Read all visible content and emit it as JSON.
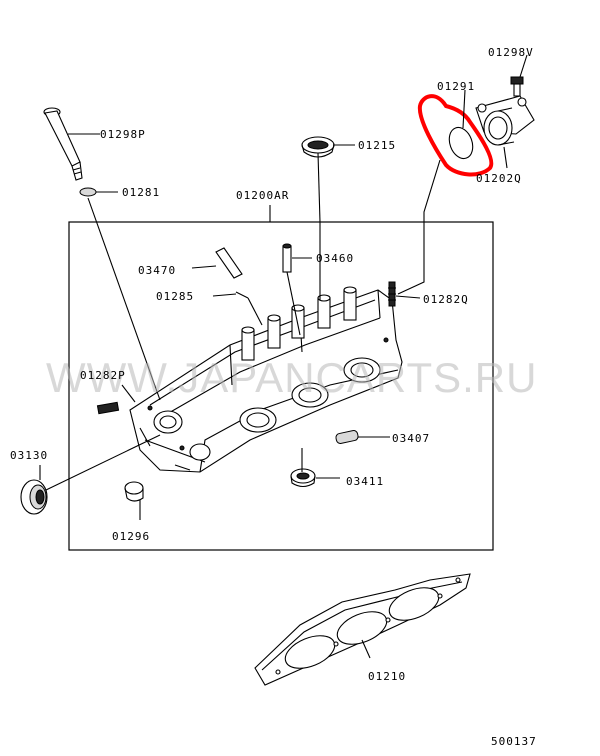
{
  "labels": {
    "p01298V": "01298V",
    "p01291": "01291",
    "p01298P": "01298P",
    "p01215": "01215",
    "p01202Q": "01202Q",
    "p01281": "01281",
    "p01200AR": "01200AR",
    "p03460": "03460",
    "p03470": "03470",
    "p01285": "01285",
    "p01282Q": "01282Q",
    "p01282P": "01282P",
    "p03130": "03130",
    "p03407": "03407",
    "p03411": "03411",
    "p01296": "01296",
    "p01210": "01210",
    "figure_number": "500137"
  },
  "watermark": "WWW.JAPANCARTS.RU",
  "colors": {
    "highlight": "#ff0000",
    "line": "#000000",
    "watermark": "#b8b8b8"
  }
}
